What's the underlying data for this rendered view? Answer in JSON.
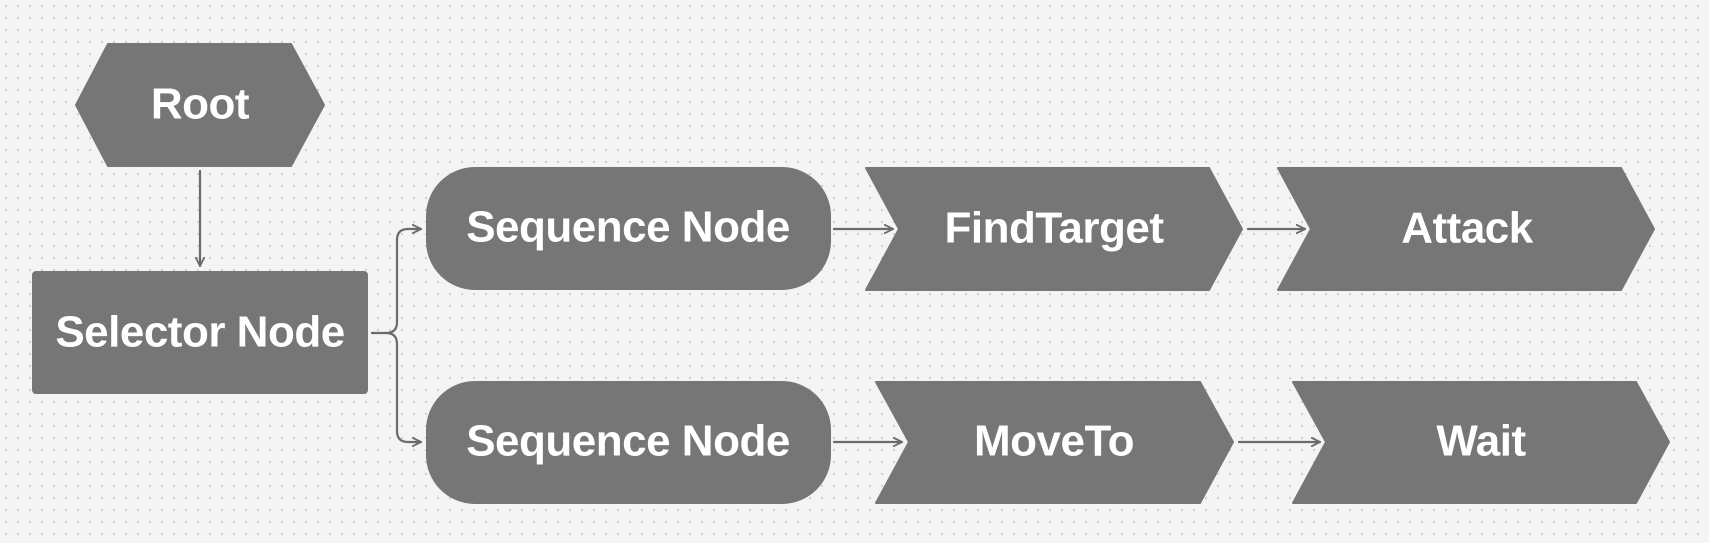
{
  "diagram": {
    "type": "behavior-tree",
    "colors": {
      "node_fill": "#767676",
      "node_text": "#ffffff",
      "edge": "#6b6b6b",
      "background": "#f4f4f4"
    },
    "nodes": {
      "root": {
        "label": "Root"
      },
      "selector": {
        "label": "Selector Node"
      },
      "sequence_1": {
        "label": "Sequence Node"
      },
      "sequence_2": {
        "label": "Sequence Node"
      },
      "find_target": {
        "label": "FindTarget"
      },
      "attack": {
        "label": "Attack"
      },
      "move_to": {
        "label": "MoveTo"
      },
      "wait": {
        "label": "Wait"
      }
    },
    "edges": [
      {
        "from": "root",
        "to": "selector"
      },
      {
        "from": "selector",
        "to": "sequence_1"
      },
      {
        "from": "selector",
        "to": "sequence_2"
      },
      {
        "from": "sequence_1",
        "to": "find_target"
      },
      {
        "from": "find_target",
        "to": "attack"
      },
      {
        "from": "sequence_2",
        "to": "move_to"
      },
      {
        "from": "move_to",
        "to": "wait"
      }
    ]
  }
}
